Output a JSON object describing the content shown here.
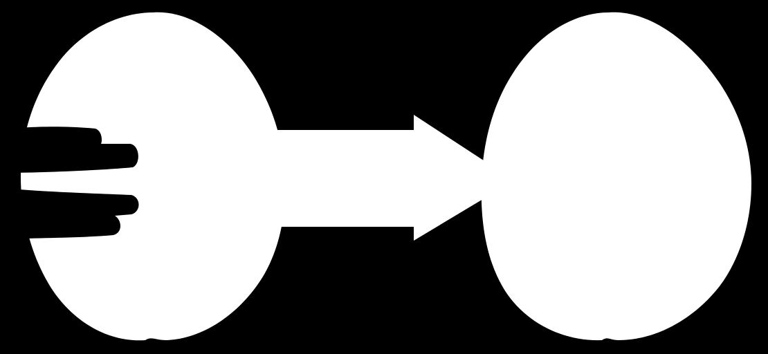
{
  "image": {
    "background_color": "#000000",
    "foreground_color": "#ffffff",
    "shapes": [
      {
        "role": "left-blob"
      },
      {
        "role": "hand-mask-overlay"
      },
      {
        "role": "arrow-right"
      },
      {
        "role": "right-blob"
      }
    ]
  }
}
